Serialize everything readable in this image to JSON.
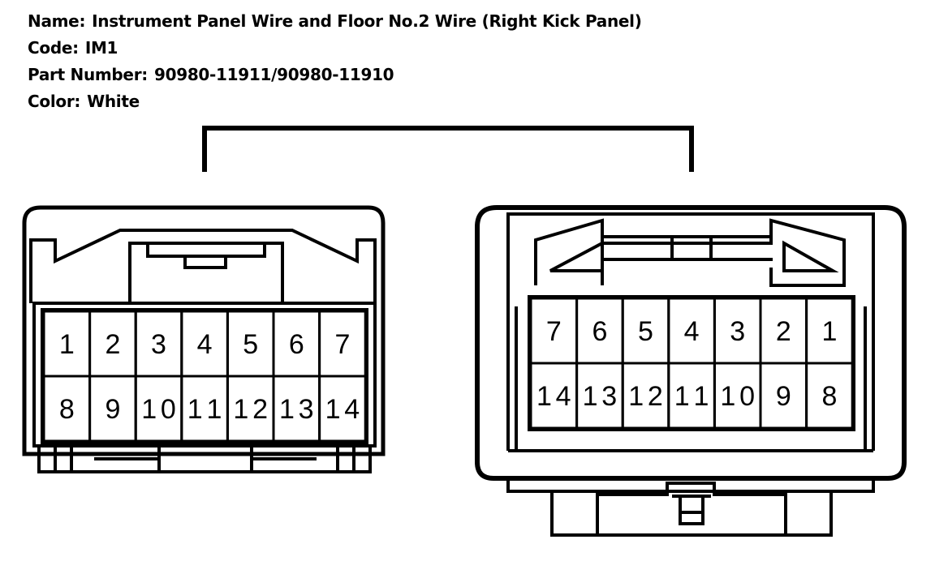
{
  "header": {
    "name_label": "Name:",
    "name_value": "Instrument Panel Wire and Floor No.2 Wire (Right Kick Panel)",
    "code_label": "Code:",
    "code_value": "IM1",
    "part_label": "Part Number:",
    "part_value": "90980-11911/90980-11910",
    "color_label": "Color:",
    "color_value": "White"
  },
  "left_connector": {
    "rows": [
      [
        "1",
        "2",
        "3",
        "4",
        "5",
        "6",
        "7"
      ],
      [
        "8",
        "9",
        "10",
        "11",
        "12",
        "13",
        "14"
      ]
    ]
  },
  "right_connector": {
    "rows": [
      [
        "7",
        "6",
        "5",
        "4",
        "3",
        "2",
        "1"
      ],
      [
        "14",
        "13",
        "12",
        "11",
        "10",
        "9",
        "8"
      ]
    ]
  }
}
